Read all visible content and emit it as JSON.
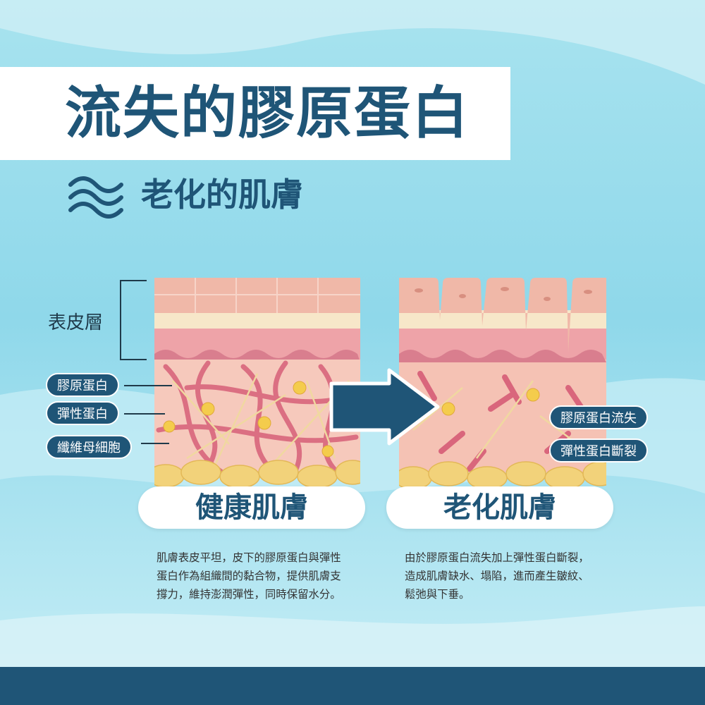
{
  "title": "流失的膠原蛋白",
  "subtitle": "老化的肌膚",
  "left_labels": {
    "epidermis": "表皮層",
    "collagen": "膠原蛋白",
    "elastin": "彈性蛋白",
    "fibroblast": "纖維母細胞"
  },
  "right_labels": {
    "collagen_loss": "膠原蛋白流失",
    "elastin_break": "彈性蛋白斷裂"
  },
  "panels": [
    {
      "badge": "健康肌膚",
      "description": "肌膚表皮平坦，皮下的膠原蛋白與彈性蛋白作為組織間的黏合物，提供肌膚支撐力，維持澎潤彈性，同時保留水分。"
    },
    {
      "badge": "老化肌膚",
      "description": "由於膠原蛋白流失加上彈性蛋白斷裂，造成肌膚缺水、塌陷，進而產生皺紋、鬆弛與下垂。"
    }
  ],
  "colors": {
    "primary": "#1f5577",
    "background": "#9fdff0",
    "skin": "#f2bfb0",
    "collagen": "#d9667c",
    "fat": "#f2d27a"
  }
}
